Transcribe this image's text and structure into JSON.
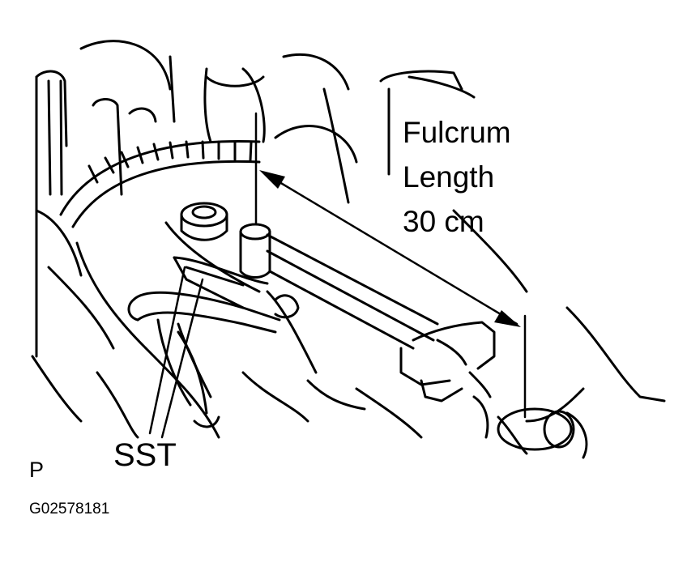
{
  "callout": {
    "line1": "Fulcrum",
    "line2": "Length",
    "line3": "30 cm"
  },
  "tool_label": "SST",
  "corner_mark": "P",
  "figure_id": "G02578181"
}
